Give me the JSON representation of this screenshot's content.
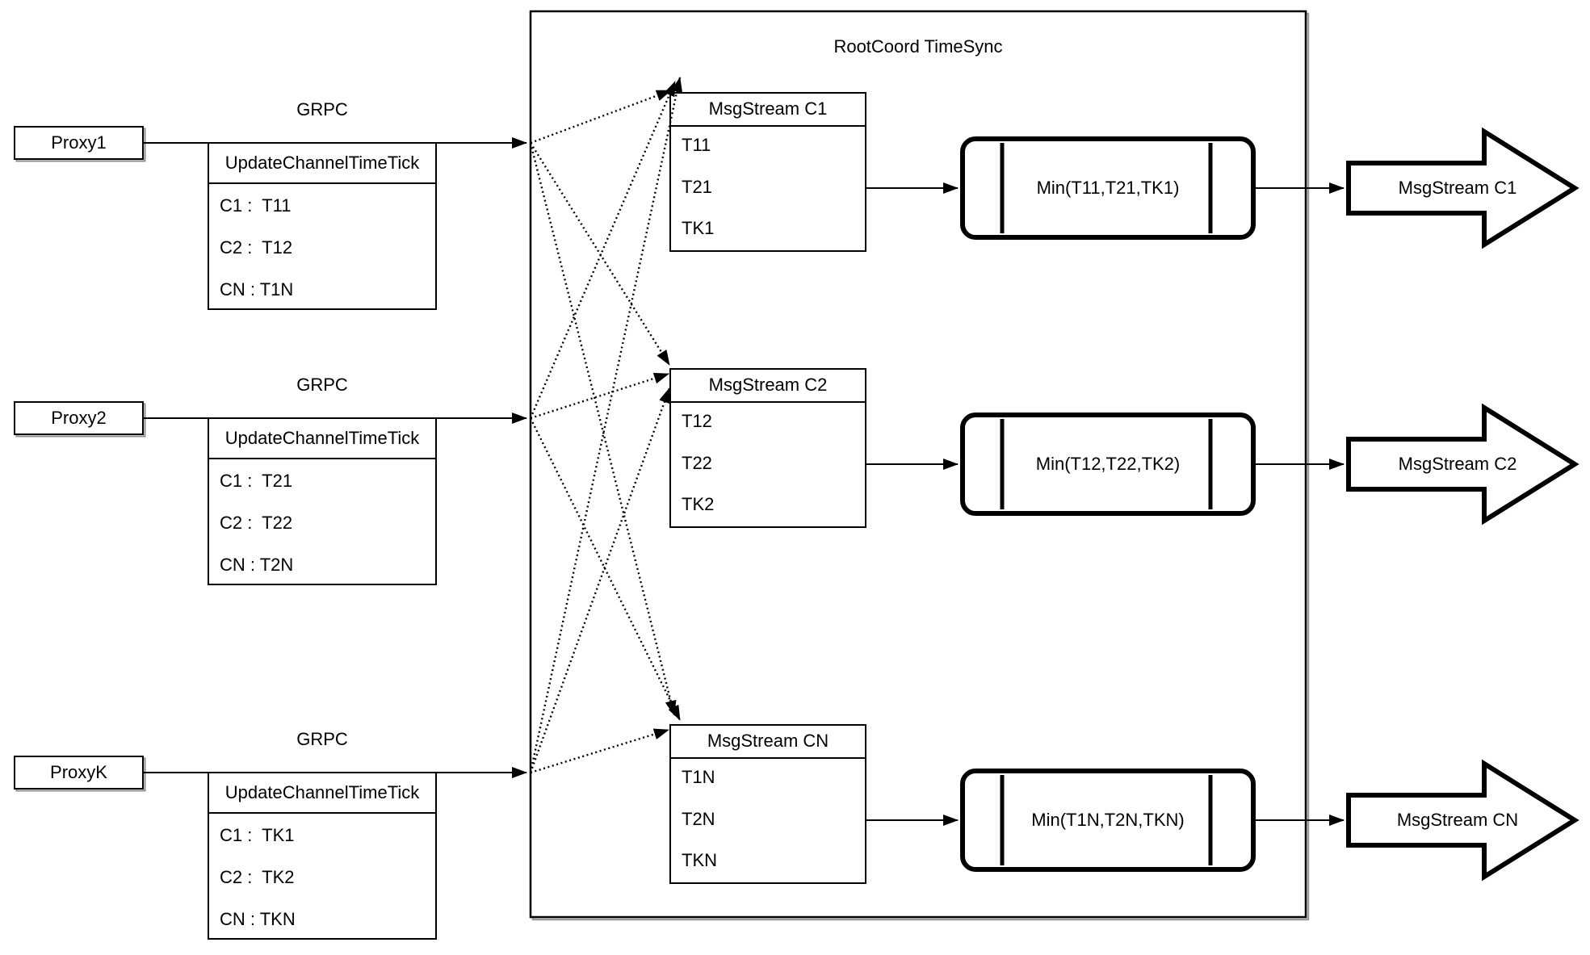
{
  "diagram": {
    "container_title": "RootCoord TimeSync",
    "colors": {
      "stroke": "#000000",
      "background": "#ffffff",
      "shadow": "#9a9a9a"
    },
    "proxies": [
      {
        "name": "Proxy1",
        "protocol": "GRPC",
        "message": {
          "title": "UpdateChannelTimeTick",
          "rows": [
            "C1 :  T11",
            "C2 :  T12",
            "CN : T1N"
          ]
        }
      },
      {
        "name": "Proxy2",
        "protocol": "GRPC",
        "message": {
          "title": "UpdateChannelTimeTick",
          "rows": [
            "C1 :  T21",
            "C2 :  T22",
            "CN : T2N"
          ]
        }
      },
      {
        "name": "ProxyK",
        "protocol": "GRPC",
        "message": {
          "title": "UpdateChannelTimeTick",
          "rows": [
            "C1 :  TK1",
            "C2 :  TK2",
            "CN : TKN"
          ]
        }
      }
    ],
    "streams": [
      {
        "table": {
          "title": "MsgStream C1",
          "rows": [
            "T11",
            "T21",
            "TK1"
          ]
        },
        "min_label": "Min(T11,T21,TK1)",
        "output_label": "MsgStream C1"
      },
      {
        "table": {
          "title": "MsgStream C2",
          "rows": [
            "T12",
            "T22",
            "TK2"
          ]
        },
        "min_label": "Min(T12,T22,TK2)",
        "output_label": "MsgStream C2"
      },
      {
        "table": {
          "title": "MsgStream CN",
          "rows": [
            "T1N",
            "T2N",
            "TKN"
          ]
        },
        "min_label": "Min(T1N,T2N,TKN)",
        "output_label": "MsgStream CN"
      }
    ]
  }
}
